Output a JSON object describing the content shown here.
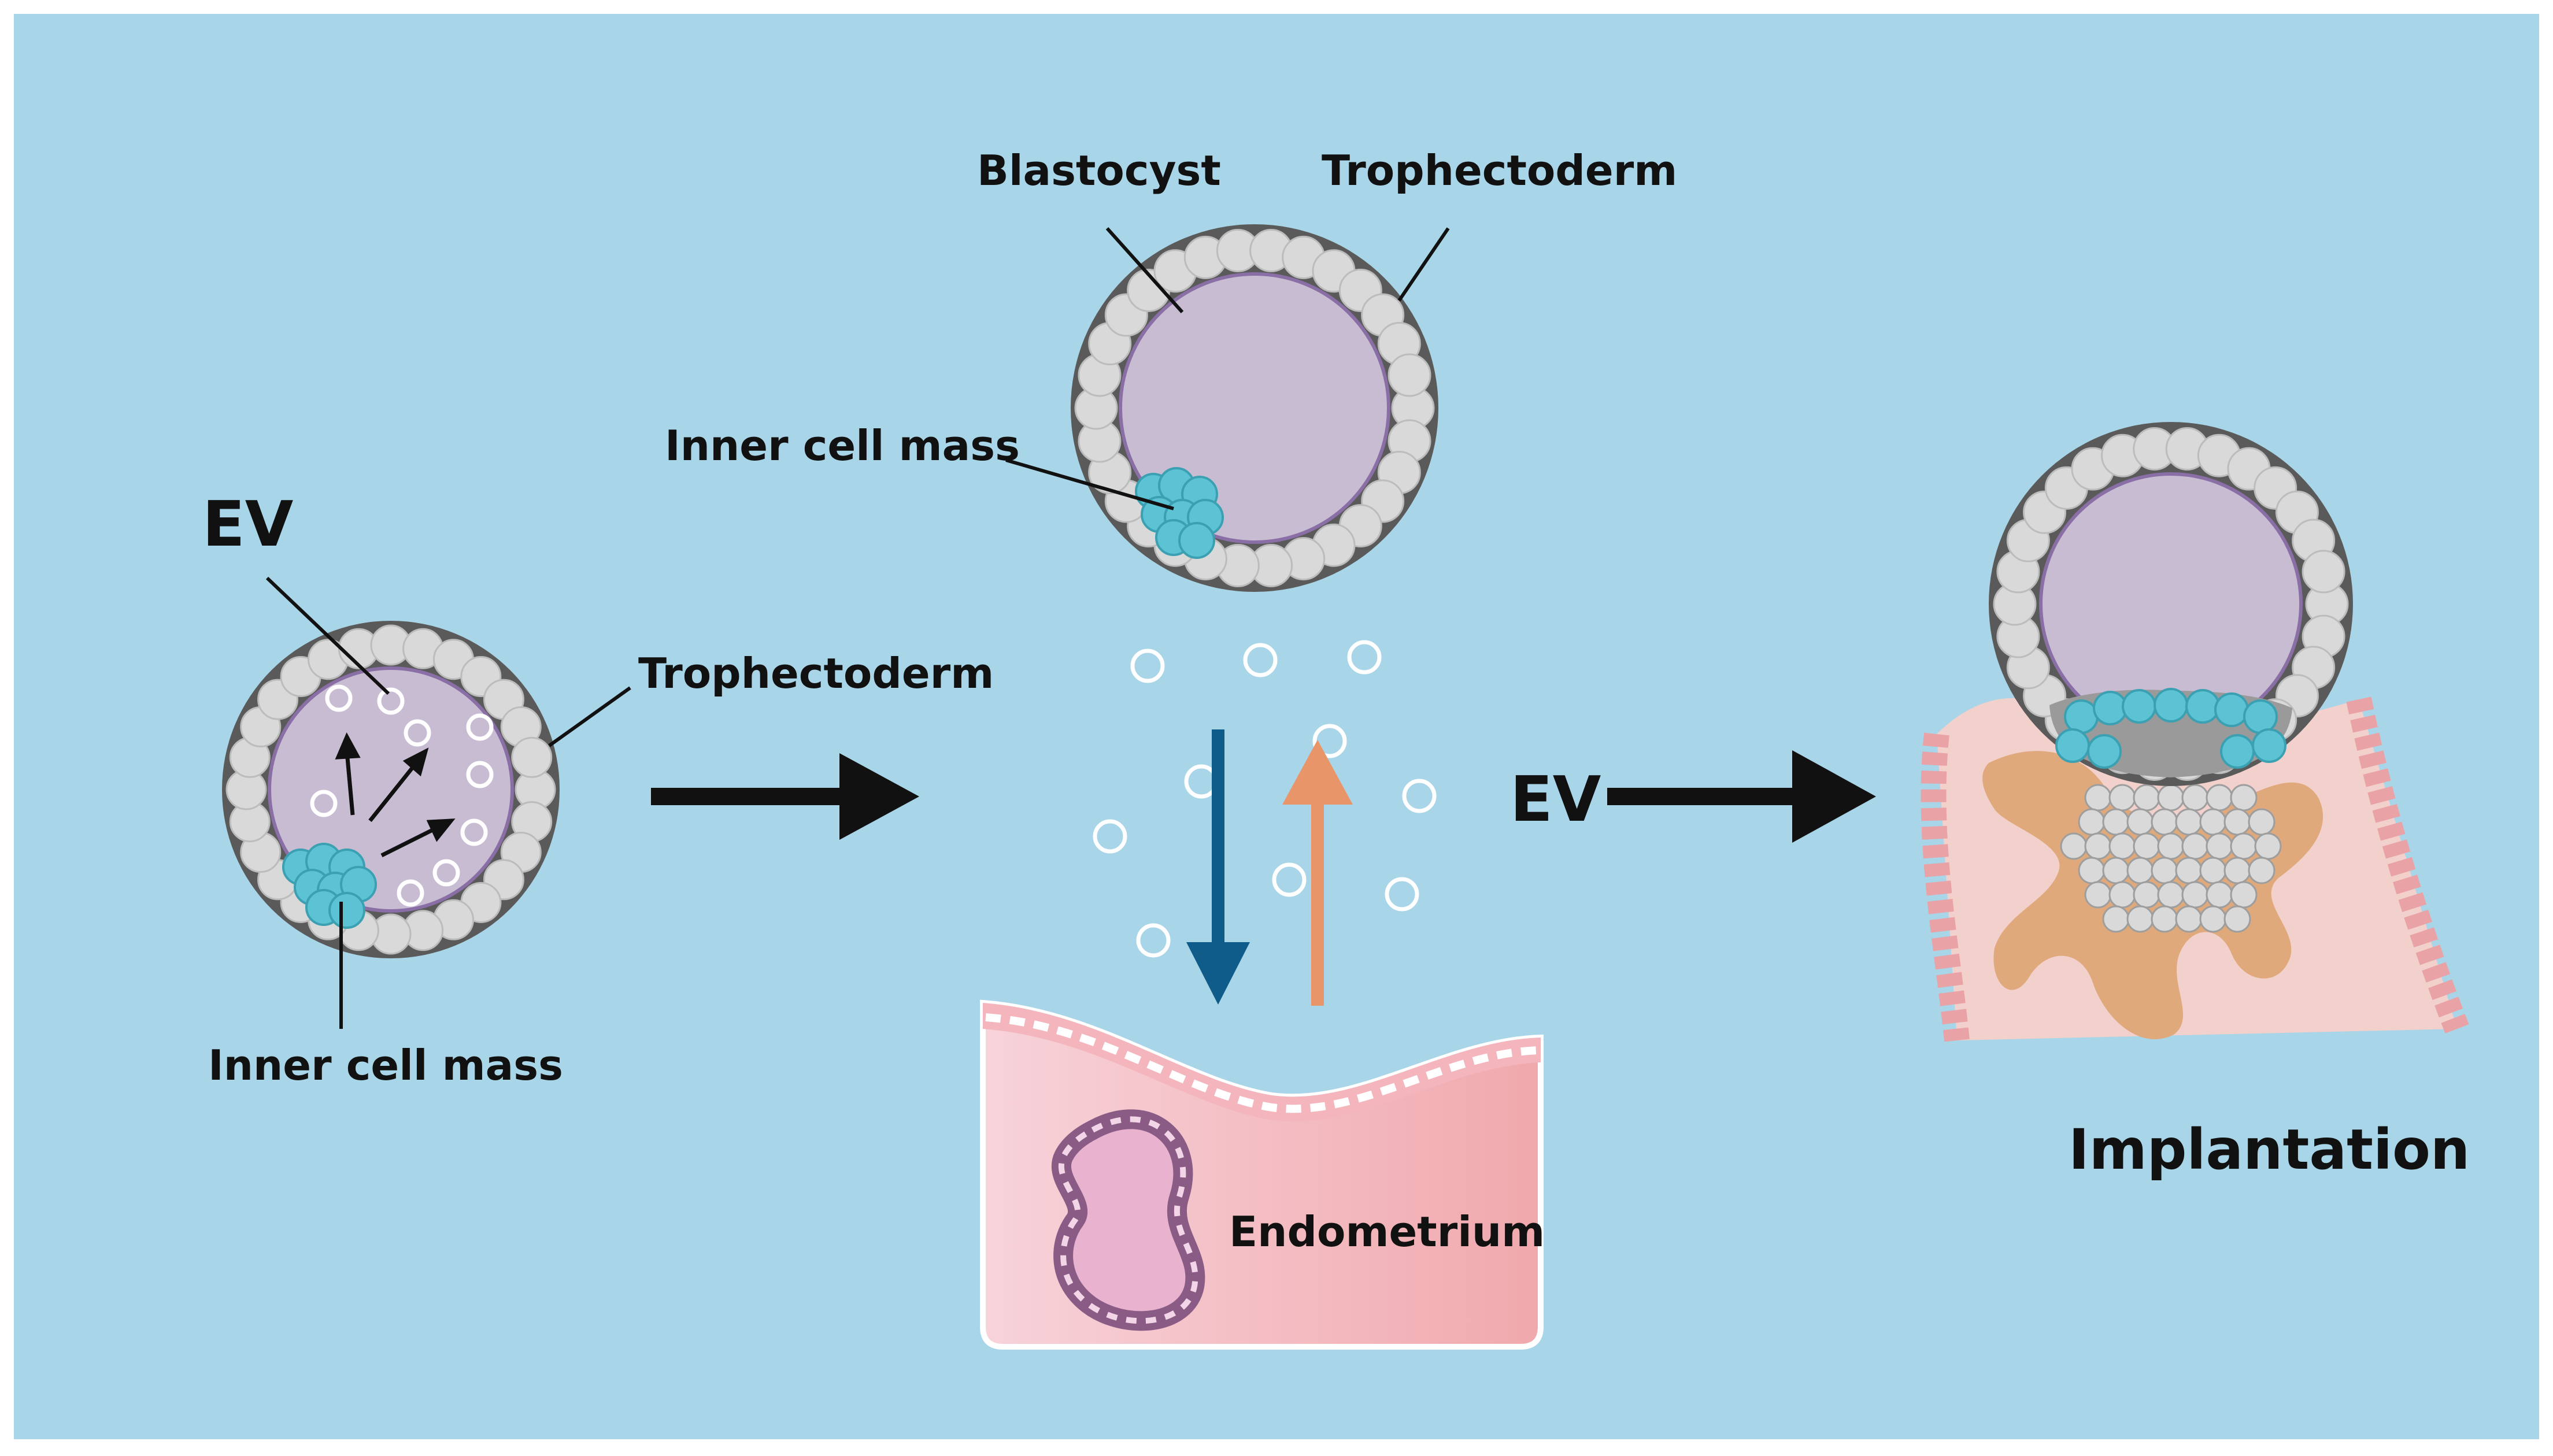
{
  "labels": {
    "ev_left": "EV",
    "trophectoderm_left": "Trophectoderm",
    "inner_cell_mass_left": "Inner cell mass",
    "blastocyst": "Blastocyst",
    "trophectoderm_top": "Trophectoderm",
    "inner_cell_mass_top": "Inner cell mass",
    "ev_right": "EV",
    "endometrium": "Endometrium",
    "implantation": "Implantation"
  },
  "colors": {
    "background": "#a8d5e8",
    "zona": "#5a5a5a",
    "trophectoderm_cell": "#d9d9d9",
    "blastocoel": "#c8bcd3",
    "inner_cell_mass": "#5bc3d3",
    "arrow_down": "#0f5b8a",
    "arrow_up": "#e8956a",
    "endometrium": "#f2b8bc",
    "implantation_stroma": "#e0a97c"
  }
}
